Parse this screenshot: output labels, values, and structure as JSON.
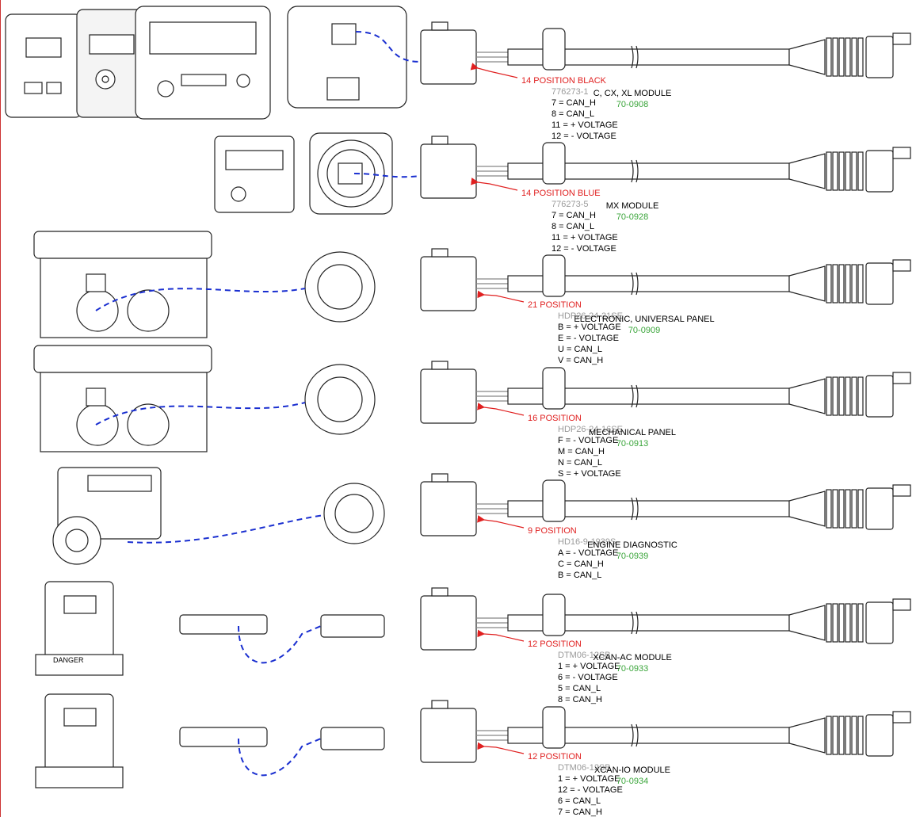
{
  "harnesses": [
    {
      "position": "14 POSITION BLACK",
      "part": "776273-1",
      "pins": [
        "7 = CAN_H",
        "8 = CAN_L",
        "11 = + VOLTAGE",
        "12 = - VOLTAGE"
      ],
      "module": "C, CX, XL MODULE",
      "part_number": "70-0908"
    },
    {
      "position": "14 POSITION BLUE",
      "part": "776273-5",
      "pins": [
        "7 = CAN_H",
        "8 = CAN_L",
        "11 = + VOLTAGE",
        "12 = - VOLTAGE"
      ],
      "module": "MX MODULE",
      "part_number": "70-0928"
    },
    {
      "position": "21 POSITION",
      "part": "HDP26-24-21SE",
      "pins": [
        "B = + VOLTAGE",
        "E = - VOLTAGE",
        "U = CAN_L",
        "V = CAN_H"
      ],
      "module": "ELECTRONIC, UNIVERSAL PANEL",
      "part_number": "70-0909"
    },
    {
      "position": "16 POSITION",
      "part": "HDP26-24-16SE",
      "pins": [
        "F = - VOLTAGE",
        "M = CAN_H",
        "N = CAN_L",
        "S = + VOLTAGE"
      ],
      "module": "MECHANICAL PANEL",
      "part_number": "70-0913"
    },
    {
      "position": "9 POSITION",
      "part": "HD16-9-1939S",
      "pins": [
        "A = - VOLTAGE",
        "C = CAN_H",
        "B = CAN_L"
      ],
      "module": "ENGINE DIAGNOSTIC",
      "part_number": "70-0939"
    },
    {
      "position": "12 POSITION",
      "part": "DTM06-12SB",
      "pins": [
        "1 = + VOLTAGE",
        "6 = - VOLTAGE",
        "5 = CAN_L",
        "8 = CAN_H"
      ],
      "module": "XCAN-AC MODULE",
      "part_number": "70-0933"
    },
    {
      "position": "12 POSITION",
      "part": "DTM06-12SB",
      "pins": [
        "1 = + VOLTAGE",
        "12 = - VOLTAGE",
        "6 = CAN_L",
        "7 = CAN_H"
      ],
      "module": "XCAN-IO MODULE",
      "part_number": "70-0934"
    }
  ],
  "labels": {
    "danger": "DANGER"
  },
  "colors": {
    "position_text": "#e02020",
    "part_text": "#9a9a9a",
    "part_number": "#3aa53a",
    "dashed_link": "#1a2fd0"
  }
}
